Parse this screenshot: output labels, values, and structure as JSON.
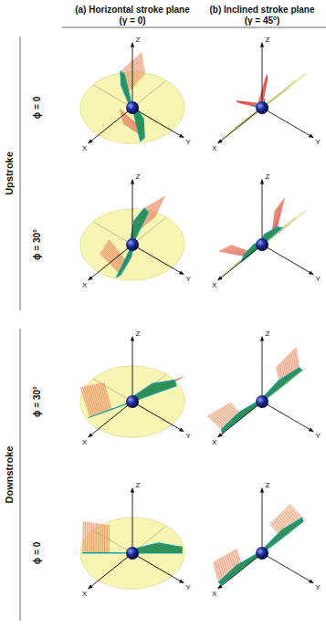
{
  "diagram": {
    "labels": [
      "(a) Horizontal stroke plane",
      "(b) Inclined stroke plane",
      "(γ = 0)",
      "(γ = 45°)",
      "Upstroke",
      "ϕ = 0",
      "Z",
      "X",
      "Y",
      "Z",
      "X",
      "Y",
      "ϕ = 30°",
      "Z",
      "X",
      "Y",
      "Z",
      "X",
      "Y",
      "Downstroke",
      "ϕ = 30°",
      "Z",
      "X",
      "Y",
      "Z",
      "X",
      "Y",
      "ϕ = 0",
      "Z",
      "X",
      "Y",
      "Z",
      "X",
      "Y"
    ]
  }
}
